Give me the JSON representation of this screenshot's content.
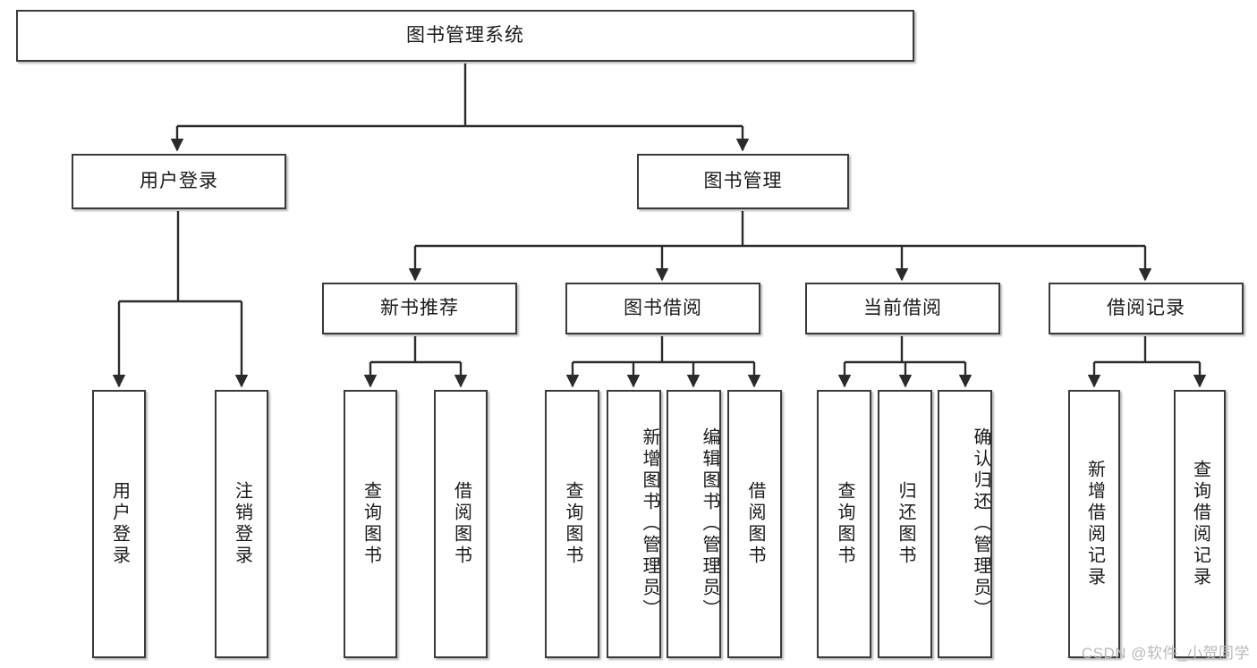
{
  "diagram": {
    "title": "图书管理系统",
    "type": "hierarchy-tree",
    "watermark": "CSDN @软件_小贺同学",
    "root": {
      "label": "图书管理系统"
    },
    "level2": [
      {
        "label": "用户登录"
      },
      {
        "label": "图书管理"
      }
    ],
    "level3": [
      {
        "label": "新书推荐"
      },
      {
        "label": "图书借阅"
      },
      {
        "label": "当前借阅"
      },
      {
        "label": "借阅记录"
      }
    ],
    "leaves": {
      "user_login": [
        {
          "label": "用户登录"
        },
        {
          "label": "注销登录"
        }
      ],
      "new_book_recommend": [
        {
          "label": "查询图书"
        },
        {
          "label": "借阅图书"
        }
      ],
      "book_borrow": [
        {
          "label": "查询图书"
        },
        {
          "label": "新增图书（管理员）"
        },
        {
          "label": "编辑图书（管理员）"
        },
        {
          "label": "借阅图书"
        }
      ],
      "current_borrow": [
        {
          "label": "查询图书"
        },
        {
          "label": "归还图书"
        },
        {
          "label": "确认归还（管理员）"
        }
      ],
      "borrow_records": [
        {
          "label": "新增借阅记录"
        },
        {
          "label": "查询借阅记录"
        }
      ]
    },
    "colors": {
      "border": "#3a3a3a",
      "text": "#1a1a1a",
      "background": "#ffffff",
      "watermark": "#b9b9b9"
    }
  }
}
